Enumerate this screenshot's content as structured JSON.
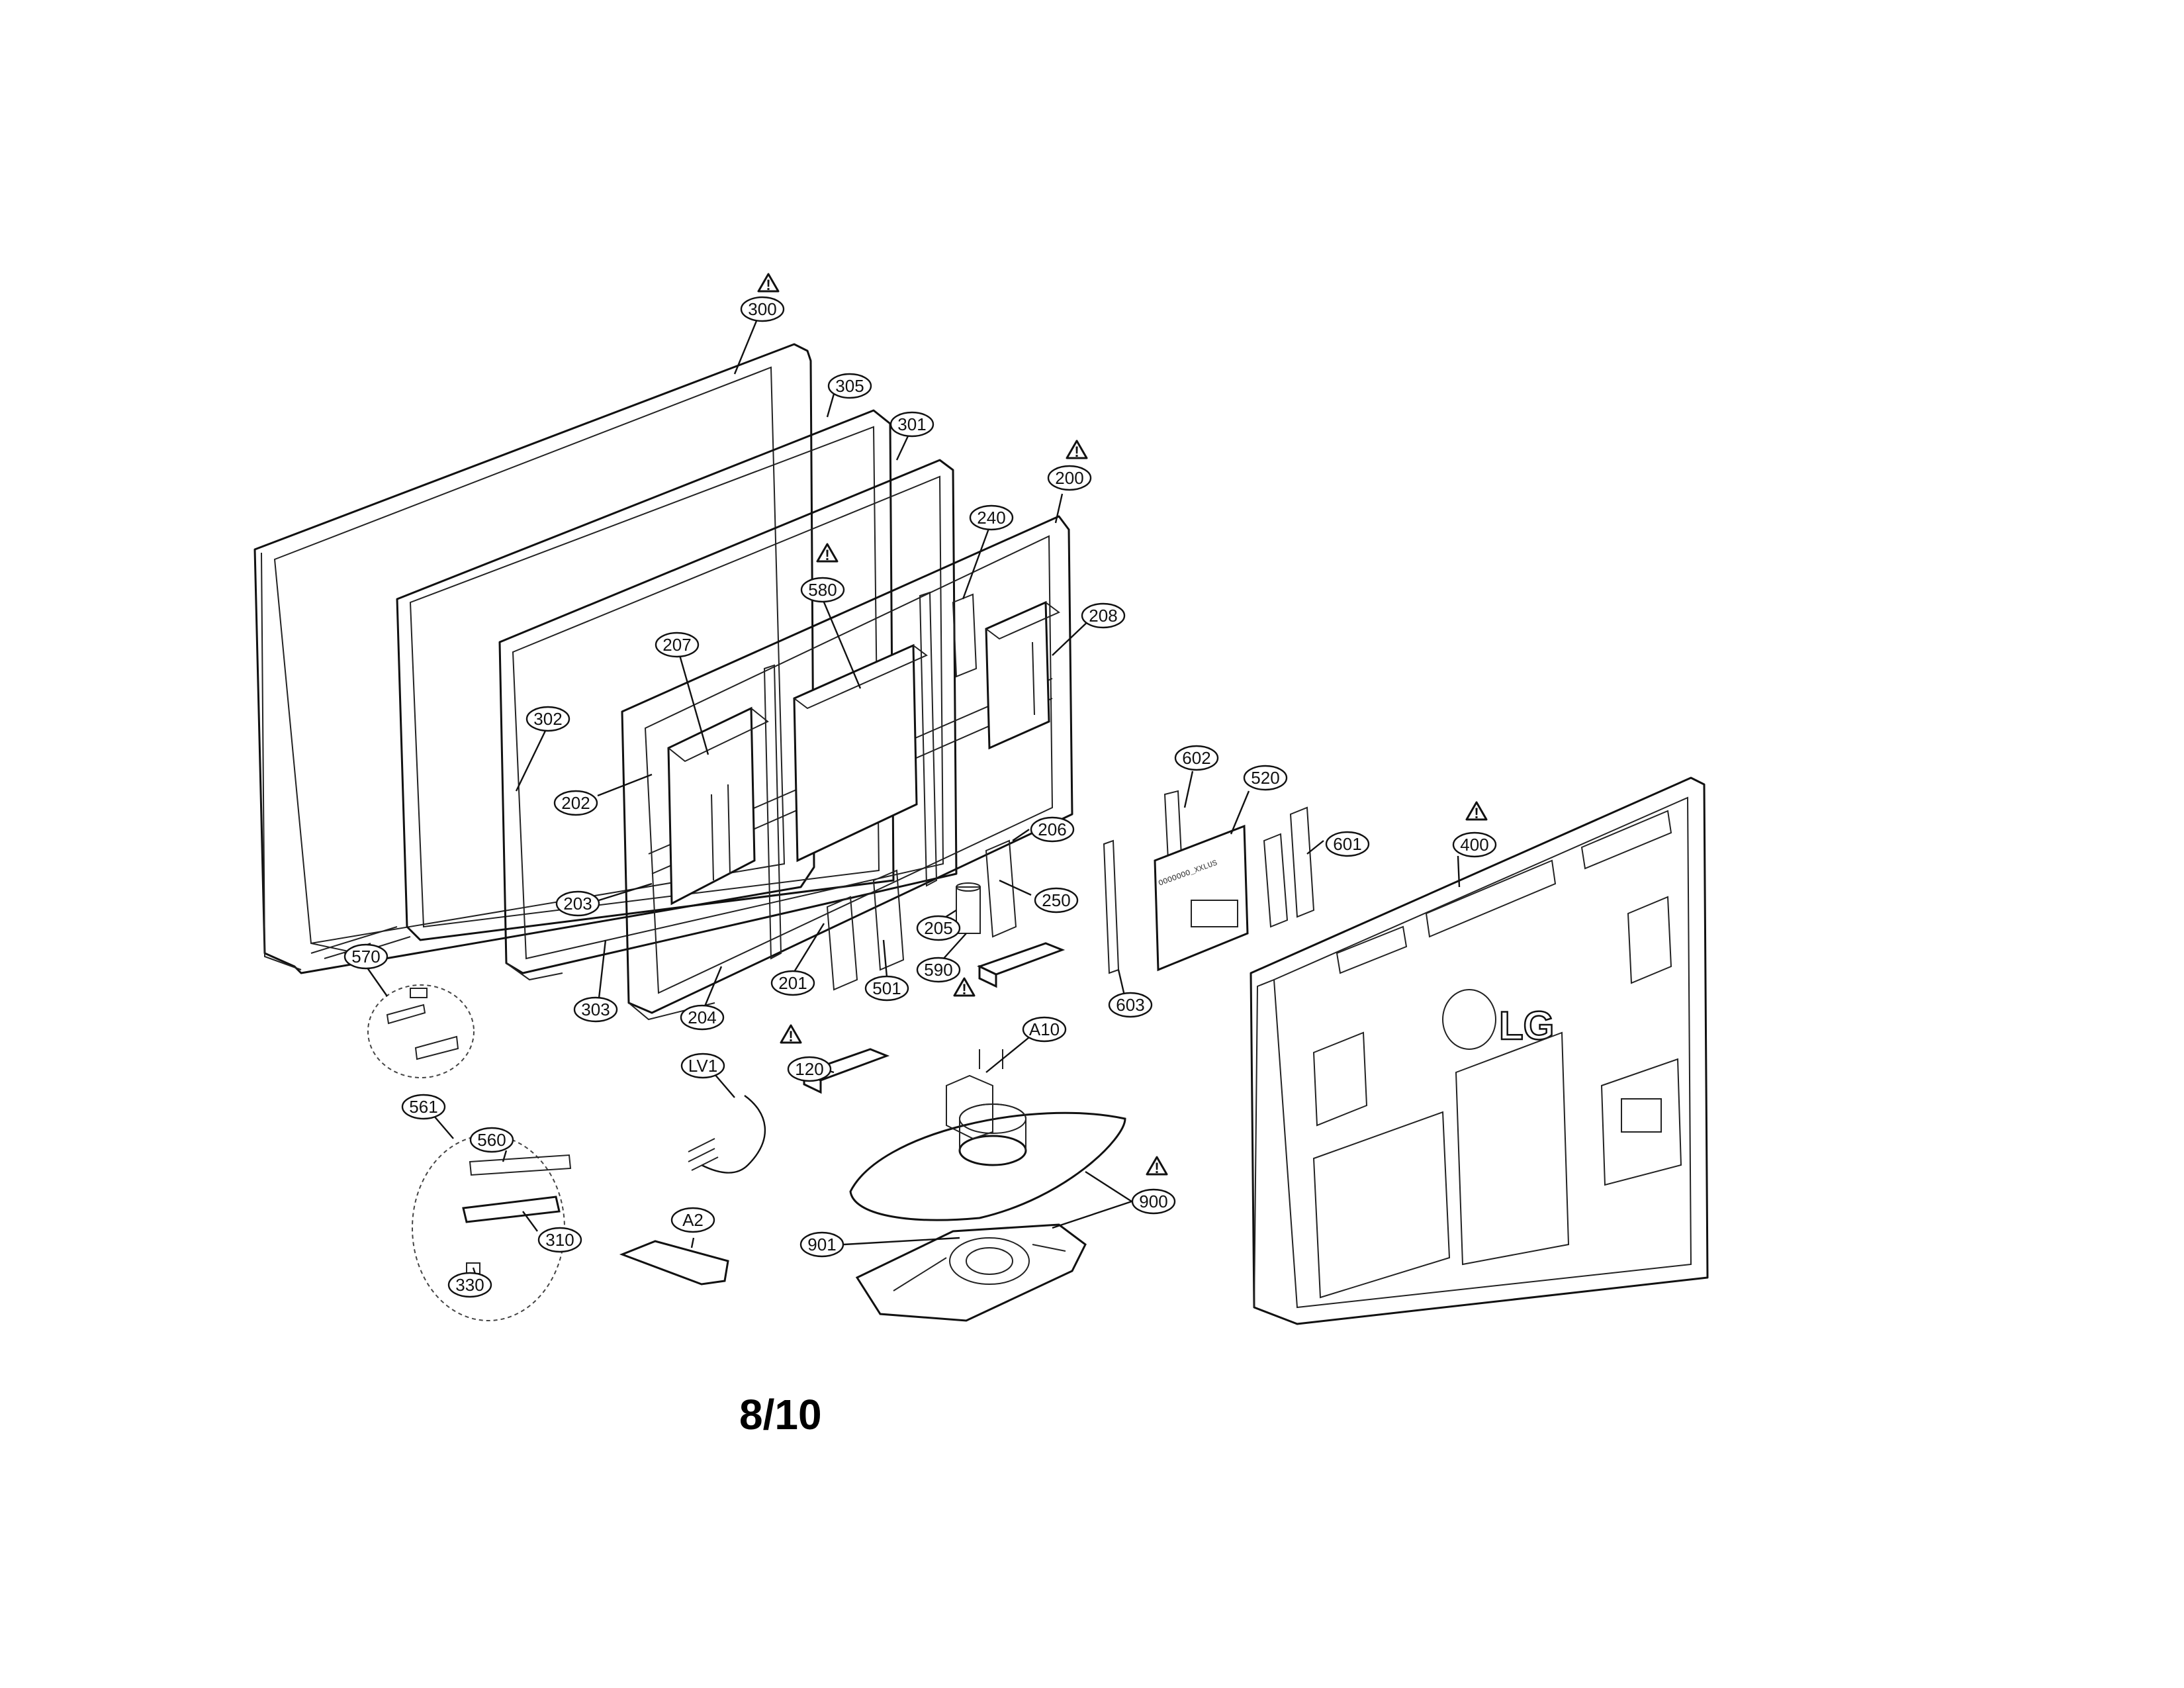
{
  "page": {
    "page_number": "8/10"
  },
  "callouts": [
    "300",
    "305",
    "301",
    "200",
    "240",
    "580",
    "208",
    "207",
    "302",
    "202",
    "203",
    "303",
    "204",
    "201",
    "501",
    "205",
    "590",
    "250",
    "206",
    "602",
    "520",
    "601",
    "603",
    "400",
    "570",
    "120",
    "A10",
    "LV1",
    "561",
    "560",
    "310",
    "330",
    "A2",
    "900",
    "901"
  ],
  "warning_symbol": "!",
  "brand_logo": "LG",
  "board_label": "OOOOOOO_XXLUS"
}
